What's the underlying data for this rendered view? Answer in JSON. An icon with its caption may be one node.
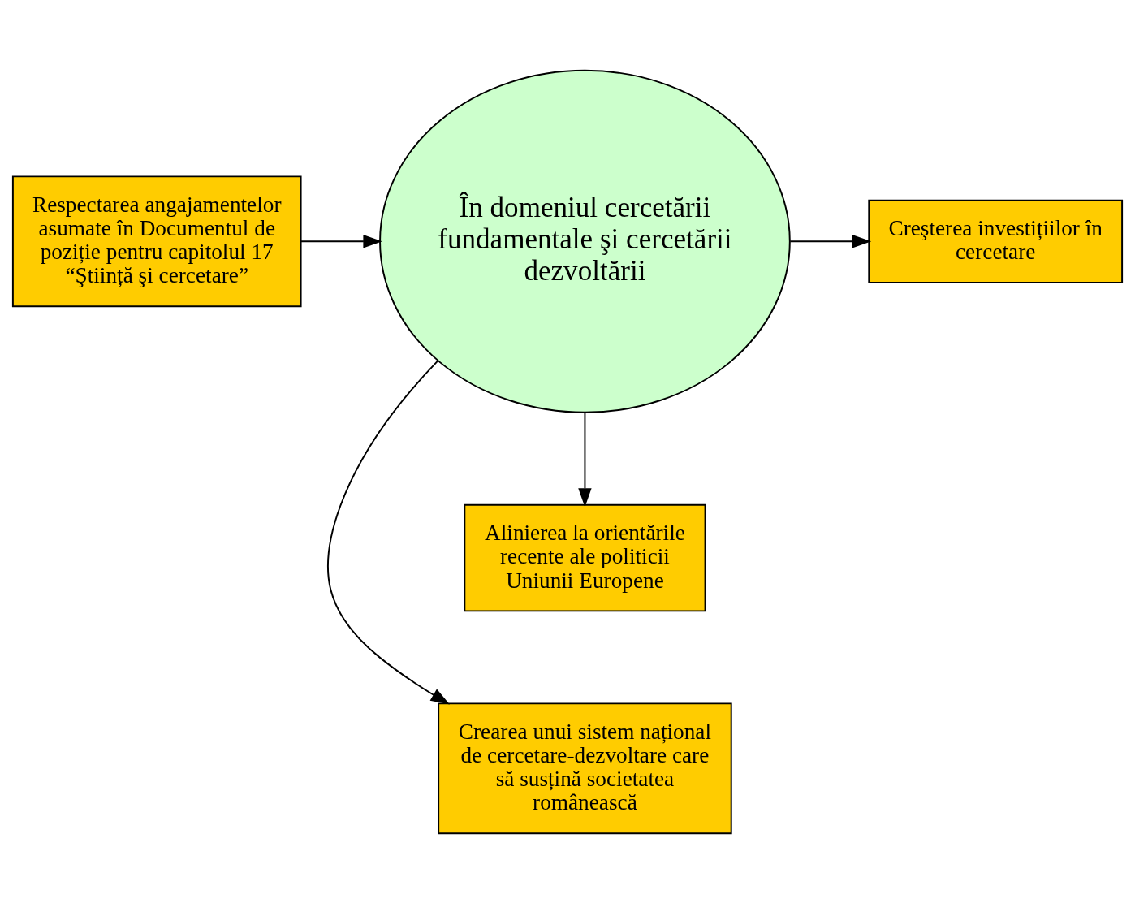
{
  "diagram": {
    "nodes": [
      {
        "text": [
          "Crearea unui sistem național de cercetare-dezvoltare care să susțină societatea românească"
        ]
      },
      {
        "text": [
          "Respectarea angajamentelor asumate în Documentul de poziție pentru capitolul 17 “Ştiință şi cercetare”"
        ]
      },
      {
        "text": [
          "În domeniul cercetării fundamentale şi cercetării dezvoltării"
        ]
      },
      {
        "text": [
          "Creşterea investițiilor în cercetare"
        ]
      },
      {
        "text": [
          "Alinierea la orientările recente ale politicii Uniunii Europene"
        ]
      }
    ],
    "edges": [
      {
        "from": 2,
        "to": 0,
        "arrow": "to"
      },
      {
        "from": 1,
        "to": 2,
        "arrow": "to"
      },
      {
        "from": 2,
        "to": 3,
        "arrow": "to"
      },
      {
        "from": 2,
        "to": 4,
        "arrow": "to"
      }
    ]
  }
}
